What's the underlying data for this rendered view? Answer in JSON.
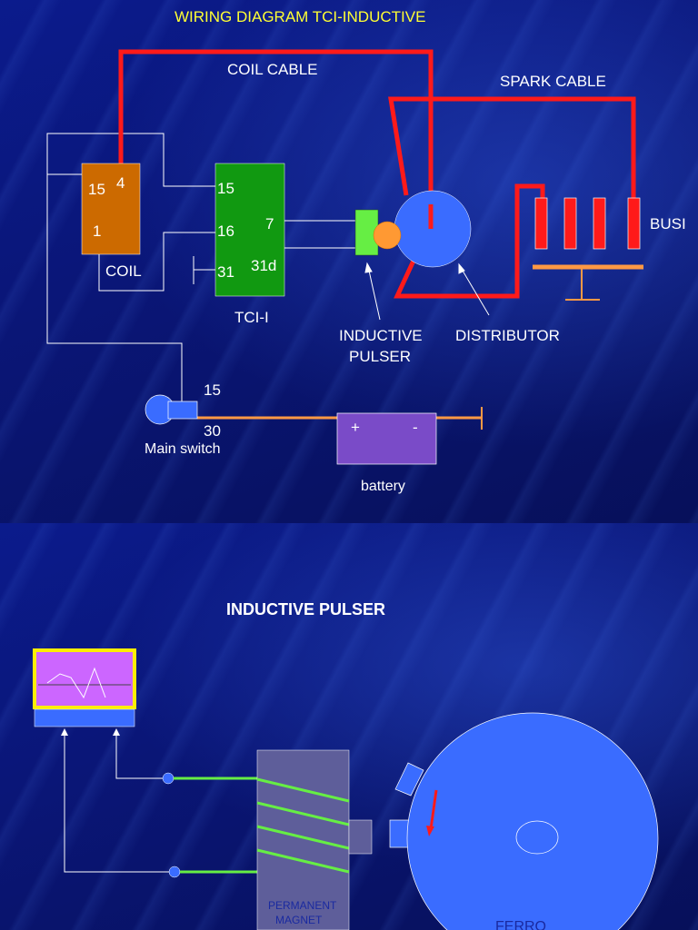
{
  "slide1": {
    "title": "WIRING DIAGRAM TCI-INDUCTIVE",
    "coil_cable": "COIL CABLE",
    "spark_cable": "SPARK CABLE",
    "coil": {
      "label": "COIL",
      "t15": "15",
      "t4": "4",
      "t1": "1"
    },
    "tci": {
      "label": "TCI-I",
      "t15": "15",
      "t16": "16",
      "t7": "7",
      "t31": "31",
      "t31d": "31d"
    },
    "busi": "BUSI",
    "inductive_pulser_line1": "INDUCTIVE",
    "inductive_pulser_line2": "PULSER",
    "distributor": "DISTRIBUTOR",
    "main_switch": {
      "label": "Main switch",
      "t15": "15",
      "t30": "30"
    },
    "battery": {
      "label": "battery",
      "plus": "+",
      "minus": "-"
    },
    "colors": {
      "cable": "#ff1a1a",
      "coil": "#cc6a00",
      "tci": "#119911",
      "distributor": "#3a6cff",
      "pulser": "#66ee44",
      "rotor": "#ff9933",
      "battery": "#7a4bc8",
      "ground": "#ff9944"
    }
  },
  "slide2": {
    "title": "INDUCTIVE PULSER",
    "magnet_line1": "PERMANENT",
    "magnet_line2": "MAGNET",
    "ferro": "FERRO",
    "colors": {
      "scope": "#cc66ff",
      "scope_border": "#ffee00",
      "coil_wire": "#66ee44",
      "disc": "#3a6cff",
      "magnet": "#5e5e9a"
    }
  }
}
